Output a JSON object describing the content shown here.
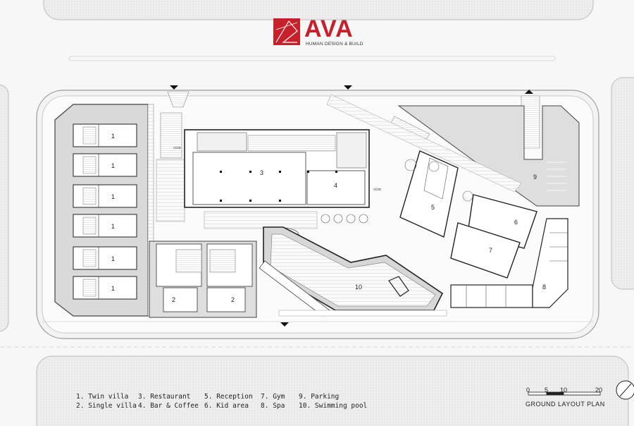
{
  "logo": {
    "name": "AVA",
    "tagline": "HUMAN DESIGN & BUILD",
    "color": "#c8202a"
  },
  "legend": [
    {
      "n": "1.",
      "label": "Twin villa"
    },
    {
      "n": "2.",
      "label": "Single villa"
    },
    {
      "n": "3.",
      "label": "Restaurant"
    },
    {
      "n": "4.",
      "label": "Bar & Coffee"
    },
    {
      "n": "5.",
      "label": "Reception"
    },
    {
      "n": "6.",
      "label": "Kid area"
    },
    {
      "n": "7.",
      "label": "Gym"
    },
    {
      "n": "8.",
      "label": "Spa"
    },
    {
      "n": "9.",
      "label": "Parking"
    },
    {
      "n": "10.",
      "label": "Swimming pool"
    }
  ],
  "plan_labels": {
    "twin_villa": "1",
    "single_villa": "2",
    "restaurant": "3",
    "bar_coffee": "4",
    "reception": "5",
    "kid_area": "6",
    "gym": "7",
    "spa": "8",
    "parking": "9",
    "pool": "10",
    "void": "VOID"
  },
  "scale": {
    "ticks": [
      "0",
      "5",
      "10",
      "20"
    ],
    "title": "GROUND LAYOUT PLAN"
  }
}
